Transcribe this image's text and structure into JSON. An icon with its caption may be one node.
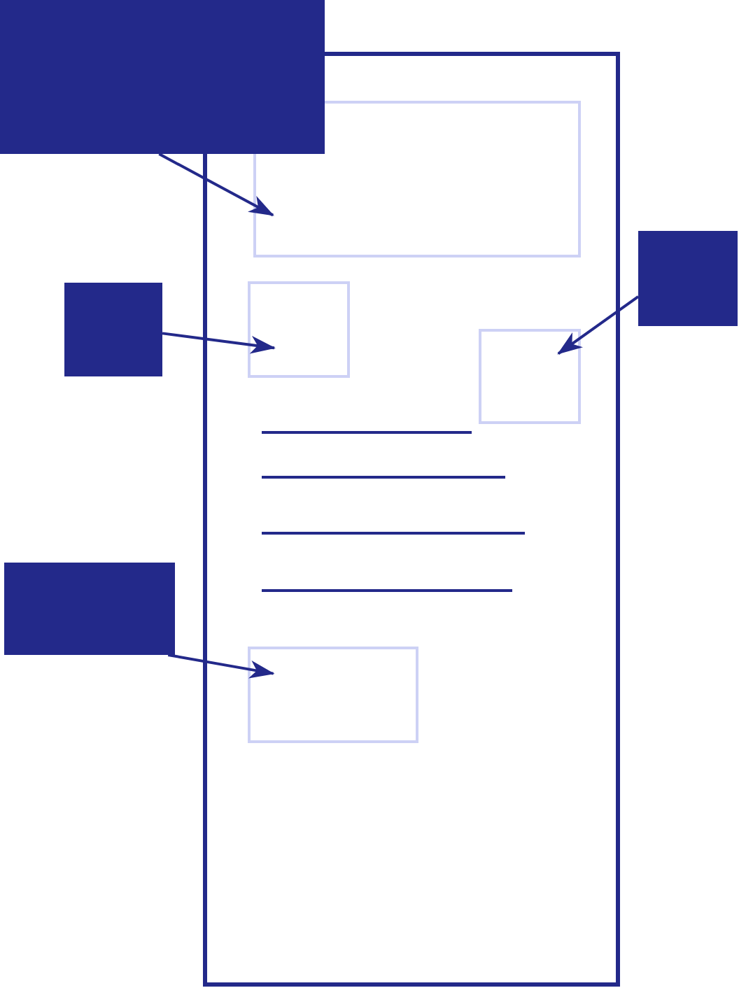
{
  "diagram": {
    "nodes": [
      {
        "text": [],
        "shape": "box"
      },
      {
        "text": [],
        "shape": "box"
      },
      {
        "text": [],
        "shape": "box",
        "in": 1
      },
      {
        "text": [],
        "shape": "box"
      },
      {
        "text": [],
        "shape": "box"
      },
      {
        "text": [],
        "shape": "box",
        "in": 1
      },
      {
        "text": [],
        "shape": "box",
        "in": 1
      },
      {
        "text": [],
        "shape": "box"
      },
      {
        "text": [],
        "shape": "box",
        "in": 1
      }
    ],
    "edges": [
      {
        "from": 0,
        "to": 2,
        "arrow": "to"
      },
      {
        "from": 4,
        "to": 5,
        "arrow": "to"
      },
      {
        "from": 3,
        "to": 6,
        "arrow": "to"
      },
      {
        "from": 7,
        "to": 8,
        "arrow": "to"
      }
    ]
  }
}
